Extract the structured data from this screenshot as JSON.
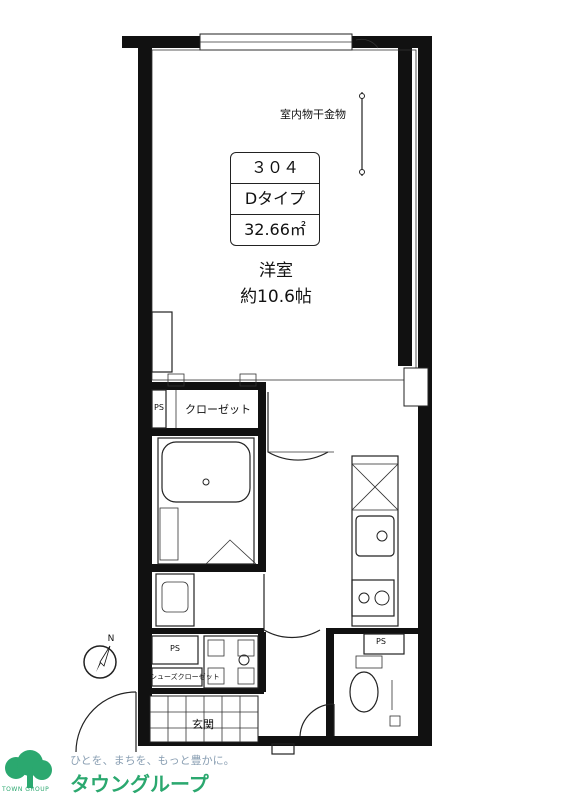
{
  "unit": {
    "number": "３０４",
    "type": "Dタイプ",
    "area": "32.66㎡"
  },
  "rooms": {
    "western_room": "洋室",
    "western_size": "約10.6帖",
    "drying_rack": "室内物干金物",
    "closet": "クローゼット",
    "shoe_closet": "シューズクローゼット",
    "entrance": "玄関",
    "ps1": "PS",
    "ps2": "PS",
    "ps3": "PS"
  },
  "compass": {
    "label": "N"
  },
  "brand": {
    "tagline": "ひとを、まちを、もっと豊かに。",
    "name": "タウングループ",
    "logo_text": "TOWN GROUP",
    "color": "#2ba86f"
  }
}
